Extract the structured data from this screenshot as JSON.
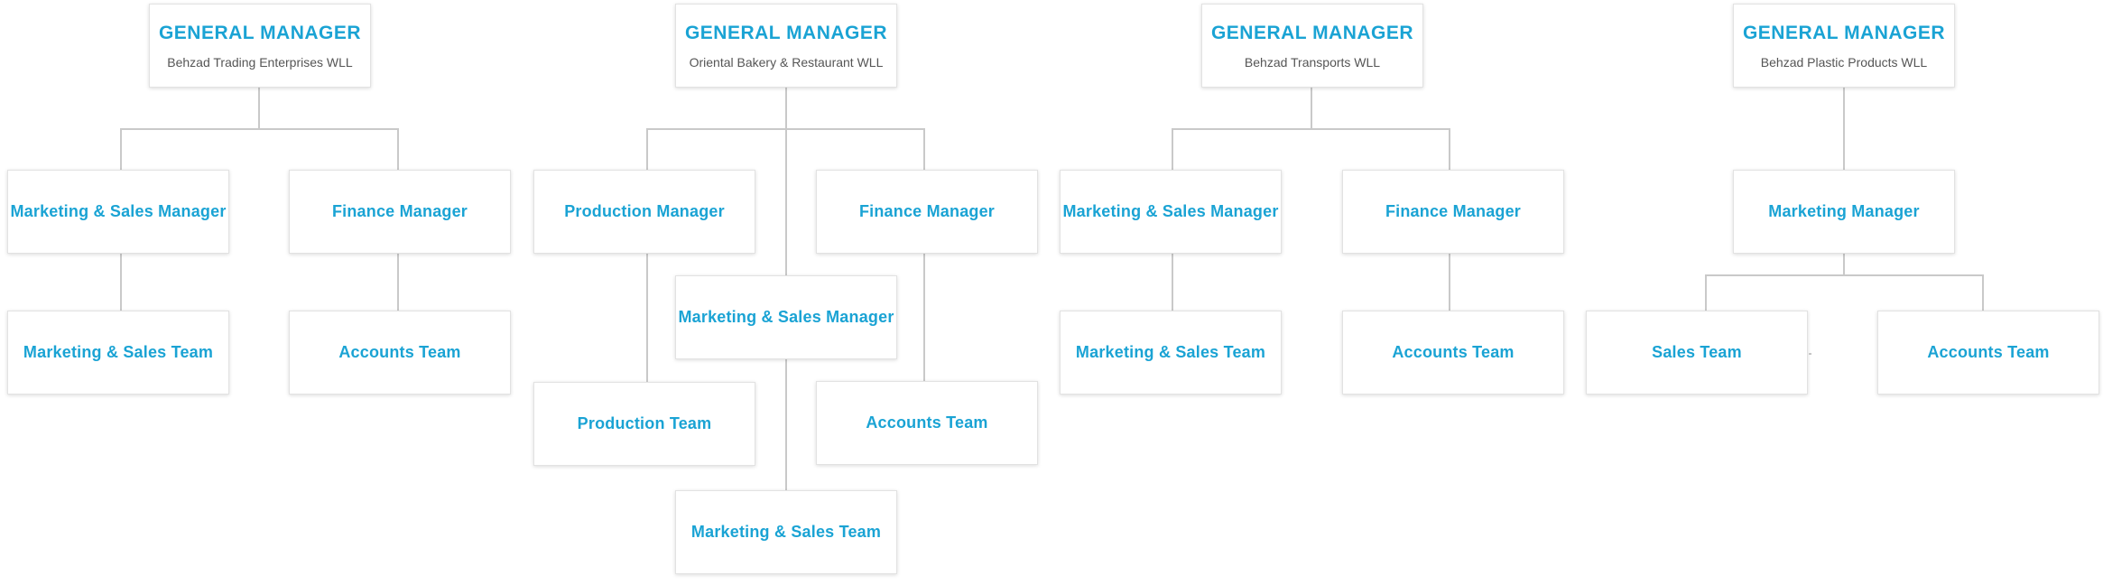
{
  "colors": {
    "accent": "#1aa3d4",
    "connector": "#c9c9c9",
    "subtext": "#555555"
  },
  "charts": [
    {
      "general_manager": {
        "title": "GENERAL MANAGER",
        "company": "Behzad Trading Enterprises WLL"
      },
      "managers": [
        "Marketing & Sales Manager",
        "Finance Manager"
      ],
      "teams": [
        "Marketing & Sales Team",
        "Accounts Team"
      ]
    },
    {
      "general_manager": {
        "title": "GENERAL MANAGER",
        "company": "Oriental Bakery & Restaurant WLL"
      },
      "managers": [
        "Production Manager",
        "Finance Manager",
        "Marketing & Sales Manager"
      ],
      "teams": [
        "Production Team",
        "Accounts Team",
        "Marketing & Sales Team"
      ]
    },
    {
      "general_manager": {
        "title": "GENERAL MANAGER",
        "company": "Behzad Transports WLL"
      },
      "managers": [
        "Marketing & Sales Manager",
        "Finance Manager"
      ],
      "teams": [
        "Marketing & Sales Team",
        "Accounts Team"
      ]
    },
    {
      "general_manager": {
        "title": "GENERAL MANAGER",
        "company": "Behzad Plastic Products WLL"
      },
      "managers": [
        "Marketing Manager"
      ],
      "teams": [
        "Sales Team",
        "Accounts Team"
      ]
    }
  ]
}
